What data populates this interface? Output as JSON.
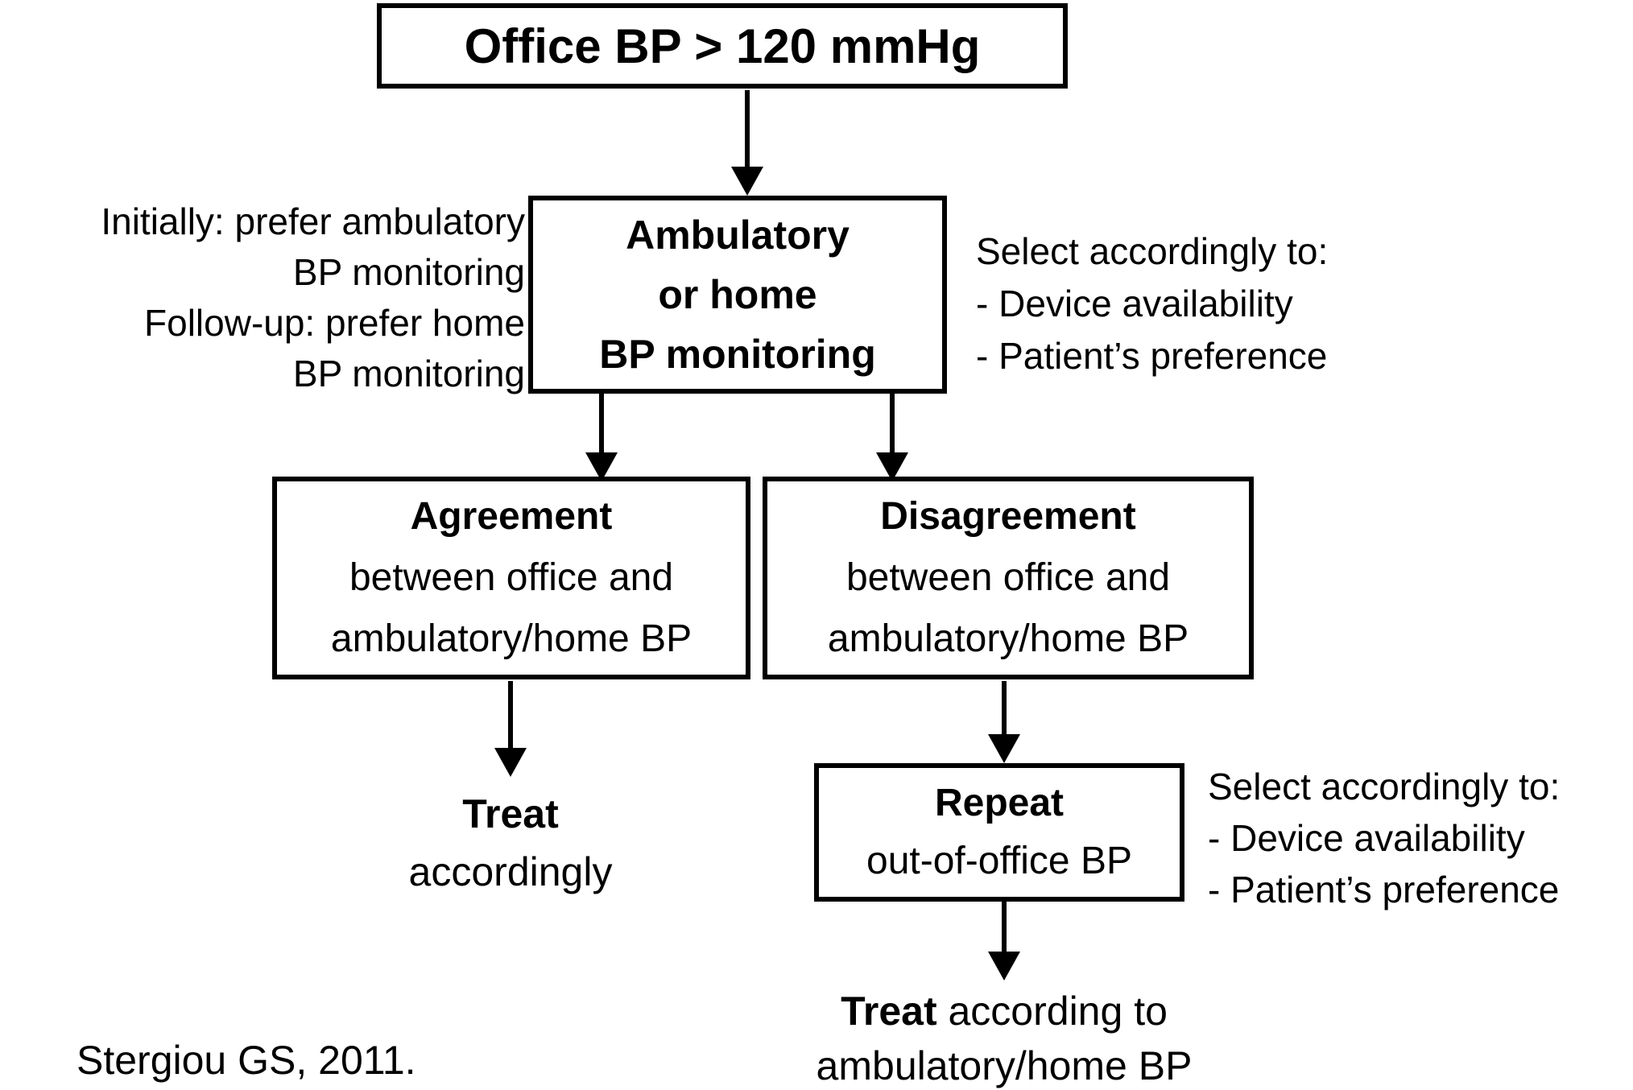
{
  "diagram": {
    "colors": {
      "ink": "#000000",
      "background": "#ffffff"
    },
    "office_box": {
      "label": "Office BP > 120 mmHg"
    },
    "monitoring_box": {
      "line1": "Ambulatory",
      "line2": "or home",
      "line3": "BP monitoring"
    },
    "left_note": {
      "line1": "Initially: prefer ambulatory",
      "line2": "BP monitoring",
      "line3": "Follow-up: prefer home",
      "line4": "BP monitoring"
    },
    "select_note_top": {
      "line1": "Select accordingly to:",
      "line2": "- Device availability",
      "line3": "- Patient’s preference"
    },
    "agreement_box": {
      "title": "Agreement",
      "line1": "between office and",
      "line2": "ambulatory/home BP"
    },
    "disagreement_box": {
      "title": "Disagreement",
      "line1": "between office and",
      "line2": "ambulatory/home BP"
    },
    "treat_accordingly": {
      "bold": "Treat",
      "rest": "accordingly"
    },
    "repeat_box": {
      "title": "Repeat",
      "line": "out-of-office BP"
    },
    "select_note_bottom": {
      "line1": "Select accordingly to:",
      "line2": "- Device availability",
      "line3": "- Patient’s preference"
    },
    "treat_ambulatory": {
      "bold": "Treat",
      "rest": " according to",
      "line2": "ambulatory/home BP"
    },
    "citation": "Stergiou GS, 2011."
  }
}
